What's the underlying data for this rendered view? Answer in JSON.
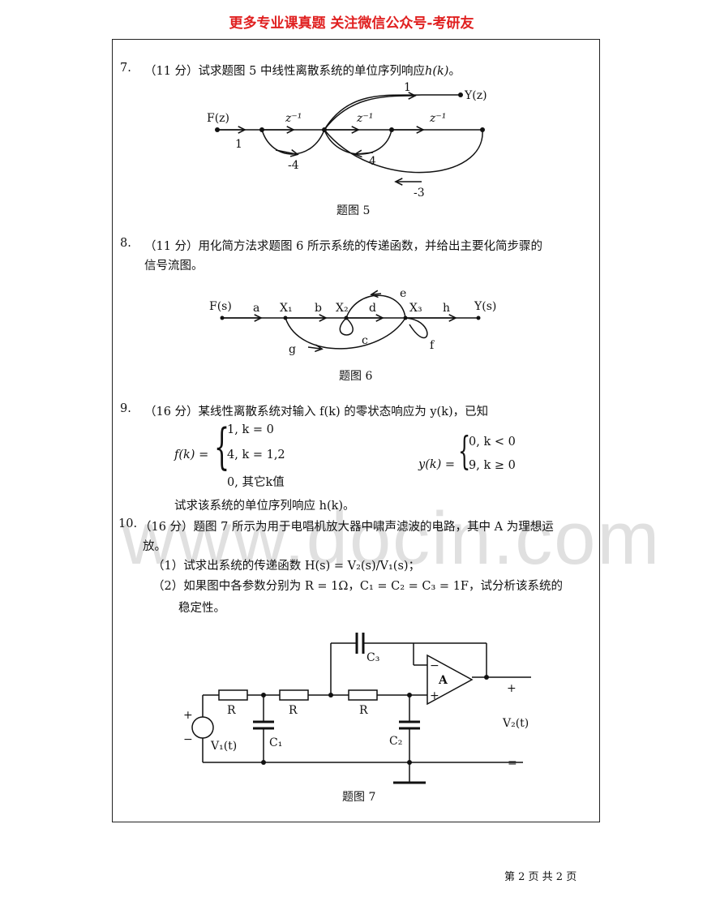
{
  "header": "更多专业课真题 关注微信公众号-考研友",
  "watermark": "www.docin.com",
  "q7": {
    "num": "7.",
    "text": "（11 分）试求题图 5 中线性离散系统的单位序列响应",
    "fn": "h(k)",
    "end": "。",
    "fig": {
      "input": "F(z)",
      "output": "Y(z)",
      "gain_in": "1",
      "gain_out": "1",
      "delay1": "z⁻¹",
      "delay2": "z⁻¹",
      "delay3": "z⁻¹",
      "fb1": "-4",
      "fb2": "4",
      "fb3": "-3",
      "caption": "题图 5"
    }
  },
  "q8": {
    "num": "8.",
    "line1": "（11 分）用化简方法求题图 6 所示系统的传递函数，并给出主要化简步骤的",
    "line2": "信号流图。",
    "fig": {
      "input": "F(s)",
      "output": "Y(s)",
      "a": "a",
      "b": "b",
      "d": "d",
      "h": "h",
      "e": "e",
      "c": "c",
      "f": "f",
      "g": "g",
      "x1": "X₁",
      "x2": "X₂",
      "x3": "X₃",
      "caption": "题图 6"
    }
  },
  "q9": {
    "num": "9.",
    "line1": "（16 分）某线性离散系统对输入 f(k) 的零状态响应为 y(k)，已知",
    "f_lhs": "f(k) =",
    "f_cases": [
      "1,  k = 0",
      "4,  k = 1,2",
      "0,  其它k值"
    ],
    "y_lhs": "y(k) =",
    "y_cases": [
      "0,  k < 0",
      "9,  k ≥ 0"
    ],
    "line2": "试求该系统的单位序列响应 h(k)。"
  },
  "q10": {
    "num": "10.",
    "line1": "（16 分）题图 7 所示为用于电唱机放大器中啸声滤波的电路，其中 A 为理想运",
    "line2": "放。",
    "sub1": "（1）试求出系统的传递函数 H(s) = V₂(s)/V₁(s)；",
    "sub2": "（2）如果图中各参数分别为 R = 1Ω，C₁ = C₂ = C₃ = 1F，试分析该系统的",
    "sub3": "稳定性。",
    "fig": {
      "r1": "R",
      "r2": "R",
      "r3": "R",
      "c1": "C₁",
      "c2": "C₂",
      "c3": "C₃",
      "amp": "A",
      "v1": "V₁(t)",
      "v2": "V₂(t)",
      "plus_in": "+",
      "minus_in": "−",
      "plus_out": "+",
      "minus_out": "=",
      "op_minus": "−",
      "op_plus": "+",
      "caption": "题图 7"
    }
  },
  "footer": "第 2 页 共 2 页"
}
